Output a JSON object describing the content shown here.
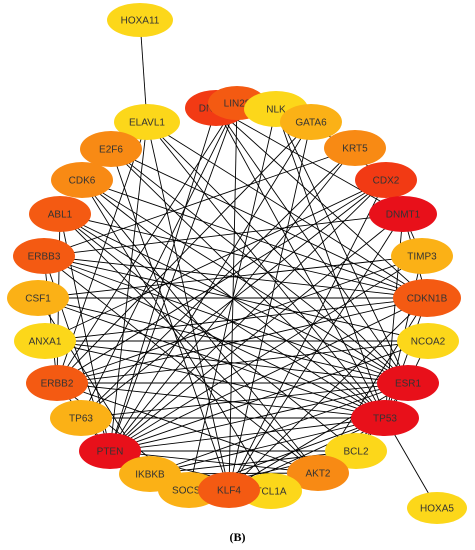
{
  "caption": "(B)",
  "colors": {
    "deep_red": "#e8101a",
    "red": "#f23a14",
    "red_orange": "#f45a12",
    "orange": "#f88a14",
    "light_orange": "#fbb116",
    "yellow": "#fcd71a",
    "edge": "#000000"
  },
  "nodes": [
    {
      "id": "HOXA11",
      "label": "HOXA11",
      "color": "yellow"
    },
    {
      "id": "DNMT3",
      "label": "DNMT3",
      "color": "red"
    },
    {
      "id": "LIN28",
      "label": "LIN28",
      "color": "red_orange"
    },
    {
      "id": "NLK",
      "label": "NLK",
      "color": "yellow"
    },
    {
      "id": "ELAVL1",
      "label": "ELAVL1",
      "color": "yellow"
    },
    {
      "id": "GATA6",
      "label": "GATA6",
      "color": "light_orange"
    },
    {
      "id": "E2F6",
      "label": "E2F6",
      "color": "orange"
    },
    {
      "id": "KRT5",
      "label": "KRT5",
      "color": "orange"
    },
    {
      "id": "CDK6",
      "label": "CDK6",
      "color": "orange"
    },
    {
      "id": "CDX2",
      "label": "CDX2",
      "color": "red"
    },
    {
      "id": "ABL1",
      "label": "ABL1",
      "color": "red_orange"
    },
    {
      "id": "DNMT1",
      "label": "DNMT1",
      "color": "deep_red"
    },
    {
      "id": "ERBB3",
      "label": "ERBB3",
      "color": "red_orange"
    },
    {
      "id": "TIMP3",
      "label": "TIMP3",
      "color": "light_orange"
    },
    {
      "id": "CSF1",
      "label": "CSF1",
      "color": "light_orange"
    },
    {
      "id": "CDKN1B",
      "label": "CDKN1B",
      "color": "red_orange"
    },
    {
      "id": "ANXA1",
      "label": "ANXA1",
      "color": "yellow"
    },
    {
      "id": "NCOA2",
      "label": "NCOA2",
      "color": "yellow"
    },
    {
      "id": "ERBB2",
      "label": "ERBB2",
      "color": "red_orange"
    },
    {
      "id": "ESR1",
      "label": "ESR1",
      "color": "deep_red"
    },
    {
      "id": "TP63",
      "label": "TP63",
      "color": "light_orange"
    },
    {
      "id": "TP53",
      "label": "TP53",
      "color": "deep_red"
    },
    {
      "id": "BCL2",
      "label": "BCL2",
      "color": "yellow"
    },
    {
      "id": "PTEN",
      "label": "PTEN",
      "color": "deep_red"
    },
    {
      "id": "HOXA5",
      "label": "HOXA5",
      "color": "yellow"
    },
    {
      "id": "AKT2",
      "label": "AKT2",
      "color": "orange"
    },
    {
      "id": "IKBKB",
      "label": "IKBKB",
      "color": "light_orange"
    },
    {
      "id": "TCL1A",
      "label": "TCL1A",
      "color": "yellow"
    },
    {
      "id": "SOCS3",
      "label": "SOCS3",
      "color": "light_orange"
    },
    {
      "id": "KLF4",
      "label": "KLF4",
      "color": "red_orange"
    }
  ],
  "edges": [
    [
      "HOXA11",
      "ELAVL1"
    ],
    [
      "HOXA5",
      "TP53"
    ],
    [
      "ELAVL1",
      "TP53"
    ],
    [
      "ELAVL1",
      "CDKN1B"
    ],
    [
      "ELAVL1",
      "ESR1"
    ],
    [
      "ELAVL1",
      "PTEN"
    ],
    [
      "ELAVL1",
      "ERBB2"
    ],
    [
      "ELAVL1",
      "KLF4"
    ],
    [
      "DNMT3",
      "DNMT1"
    ],
    [
      "DNMT3",
      "ESR1"
    ],
    [
      "DNMT3",
      "CDKN1B"
    ],
    [
      "DNMT3",
      "PTEN"
    ],
    [
      "DNMT3",
      "TP53"
    ],
    [
      "LIN28",
      "PTEN"
    ],
    [
      "LIN28",
      "TP63"
    ],
    [
      "LIN28",
      "KLF4"
    ],
    [
      "LIN28",
      "ERBB2"
    ],
    [
      "NLK",
      "TP53"
    ],
    [
      "NLK",
      "ESR1"
    ],
    [
      "NLK",
      "SOCS3"
    ],
    [
      "GATA6",
      "KLF4"
    ],
    [
      "GATA6",
      "PTEN"
    ],
    [
      "GATA6",
      "CDX2"
    ],
    [
      "GATA6",
      "ERBB2"
    ],
    [
      "E2F6",
      "TP53"
    ],
    [
      "E2F6",
      "CDKN1B"
    ],
    [
      "E2F6",
      "KLF4"
    ],
    [
      "E2F6",
      "ESR1"
    ],
    [
      "KRT5",
      "TP63"
    ],
    [
      "KRT5",
      "PTEN"
    ],
    [
      "KRT5",
      "ERBB3"
    ],
    [
      "CDK6",
      "CDKN1B"
    ],
    [
      "CDK6",
      "TP53"
    ],
    [
      "CDK6",
      "ESR1"
    ],
    [
      "CDK6",
      "AKT2"
    ],
    [
      "CDK6",
      "TCL1A"
    ],
    [
      "CDX2",
      "KLF4"
    ],
    [
      "CDX2",
      "PTEN"
    ],
    [
      "CDX2",
      "TP63"
    ],
    [
      "CDX2",
      "ANXA1"
    ],
    [
      "CDX2",
      "ERBB2"
    ],
    [
      "ABL1",
      "TP53"
    ],
    [
      "ABL1",
      "ESR1"
    ],
    [
      "ABL1",
      "CDKN1B"
    ],
    [
      "ABL1",
      "ERBB2"
    ],
    [
      "ABL1",
      "PTEN"
    ],
    [
      "ABL1",
      "AKT2"
    ],
    [
      "ABL1",
      "BCL2"
    ],
    [
      "DNMT1",
      "PTEN"
    ],
    [
      "DNMT1",
      "CDKN1B"
    ],
    [
      "DNMT1",
      "TP53"
    ],
    [
      "DNMT1",
      "ERBB3"
    ],
    [
      "DNMT1",
      "KLF4"
    ],
    [
      "DNMT1",
      "TIMP3"
    ],
    [
      "ERBB3",
      "ESR1"
    ],
    [
      "ERBB3",
      "TP53"
    ],
    [
      "ERBB3",
      "AKT2"
    ],
    [
      "ERBB3",
      "PTEN"
    ],
    [
      "ERBB3",
      "ERBB2"
    ],
    [
      "ERBB3",
      "CDKN1B"
    ],
    [
      "ERBB3",
      "NCOA2"
    ],
    [
      "TIMP3",
      "TP53"
    ],
    [
      "TIMP3",
      "ERBB2"
    ],
    [
      "TIMP3",
      "CSF1"
    ],
    [
      "TIMP3",
      "PTEN"
    ],
    [
      "CSF1",
      "ESR1"
    ],
    [
      "CSF1",
      "TP53"
    ],
    [
      "CSF1",
      "CDKN1B"
    ],
    [
      "CSF1",
      "IKBKB"
    ],
    [
      "CDKN1B",
      "PTEN"
    ],
    [
      "CDKN1B",
      "TP53"
    ],
    [
      "CDKN1B",
      "AKT2"
    ],
    [
      "CDKN1B",
      "ERBB2"
    ],
    [
      "CDKN1B",
      "KLF4"
    ],
    [
      "CDKN1B",
      "ANXA1"
    ],
    [
      "ANXA1",
      "TP53"
    ],
    [
      "ANXA1",
      "ESR1"
    ],
    [
      "ANXA1",
      "NCOA2"
    ],
    [
      "NCOA2",
      "ESR1"
    ],
    [
      "NCOA2",
      "ERBB2"
    ],
    [
      "NCOA2",
      "PTEN"
    ],
    [
      "ERBB2",
      "TP53"
    ],
    [
      "ERBB2",
      "ESR1"
    ],
    [
      "ERBB2",
      "PTEN"
    ],
    [
      "ERBB2",
      "AKT2"
    ],
    [
      "ERBB2",
      "SOCS3"
    ],
    [
      "ESR1",
      "TP53"
    ],
    [
      "ESR1",
      "PTEN"
    ],
    [
      "ESR1",
      "BCL2"
    ],
    [
      "ESR1",
      "IKBKB"
    ],
    [
      "ESR1",
      "TP63"
    ],
    [
      "ESR1",
      "KLF4"
    ],
    [
      "TP63",
      "TP53"
    ],
    [
      "TP63",
      "PTEN"
    ],
    [
      "TP53",
      "PTEN"
    ],
    [
      "TP53",
      "BCL2"
    ],
    [
      "TP53",
      "AKT2"
    ],
    [
      "TP53",
      "IKBKB"
    ],
    [
      "TP53",
      "KLF4"
    ],
    [
      "TP53",
      "SOCS3"
    ],
    [
      "TP53",
      "TCL1A"
    ],
    [
      "BCL2",
      "PTEN"
    ],
    [
      "BCL2",
      "IKBKB"
    ],
    [
      "BCL2",
      "SOCS3"
    ],
    [
      "PTEN",
      "AKT2"
    ],
    [
      "PTEN",
      "KLF4"
    ],
    [
      "PTEN",
      "IKBKB"
    ],
    [
      "PTEN",
      "SOCS3"
    ],
    [
      "PTEN",
      "TCL1A"
    ],
    [
      "AKT2",
      "IKBKB"
    ],
    [
      "AKT2",
      "TCL1A"
    ],
    [
      "AKT2",
      "KLF4"
    ],
    [
      "IKBKB",
      "SOCS3"
    ],
    [
      "SOCS3",
      "KLF4"
    ],
    [
      "TCL1A",
      "KLF4"
    ]
  ]
}
